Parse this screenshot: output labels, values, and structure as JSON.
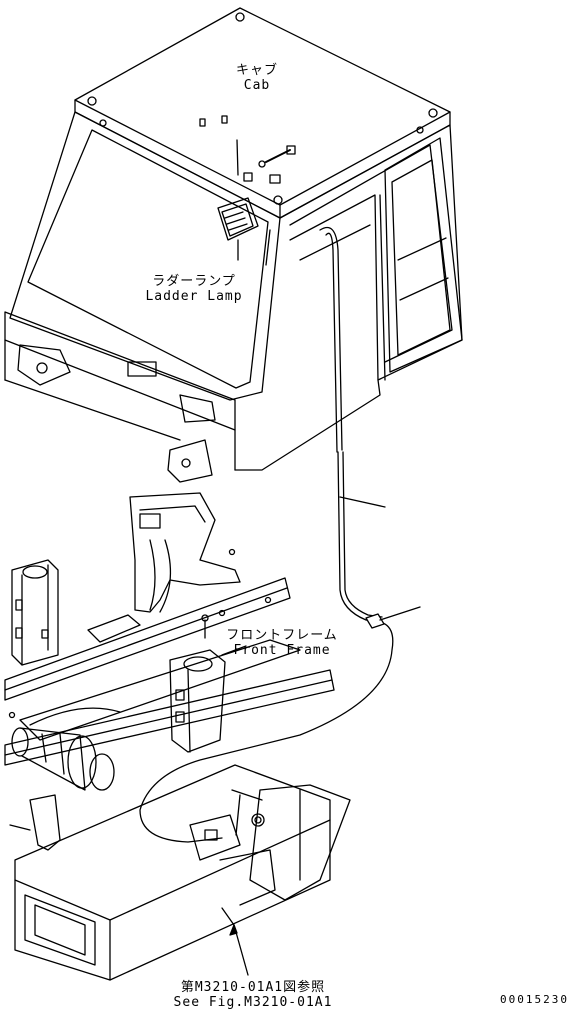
{
  "labels": {
    "cab": {
      "jp": "キャブ",
      "en": "Cab"
    },
    "ladder_lamp": {
      "jp": "ラダーランプ",
      "en": "Ladder Lamp"
    },
    "front_frame": {
      "jp": "フロントフレーム",
      "en": "Front Frame"
    },
    "reference": {
      "jp": "第M3210-01A1図参照",
      "en": "See Fig.M3210-01A1"
    }
  },
  "drawing_code": "00015230"
}
